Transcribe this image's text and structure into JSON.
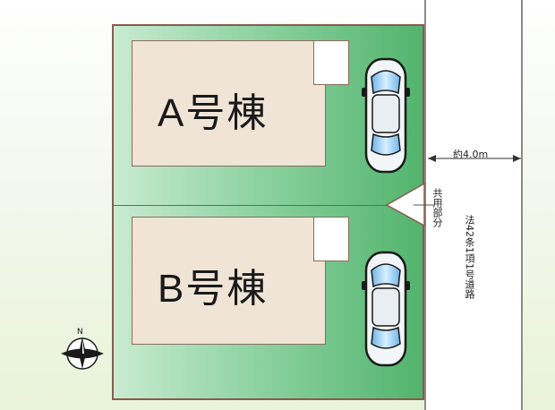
{
  "lots": [
    {
      "label": "A号棟"
    },
    {
      "label": "B号棟"
    }
  ],
  "road": {
    "width_label": "約4.0m",
    "classification": "法42条1項1号道路"
  },
  "shared_area": {
    "label": "共用部分"
  },
  "compass": {
    "north": "N"
  },
  "colors": {
    "lot_fill": "#52b46d",
    "house_fill": "#efe4d6",
    "boundary": "#8a5a4e",
    "car": "#8cc7ef"
  }
}
